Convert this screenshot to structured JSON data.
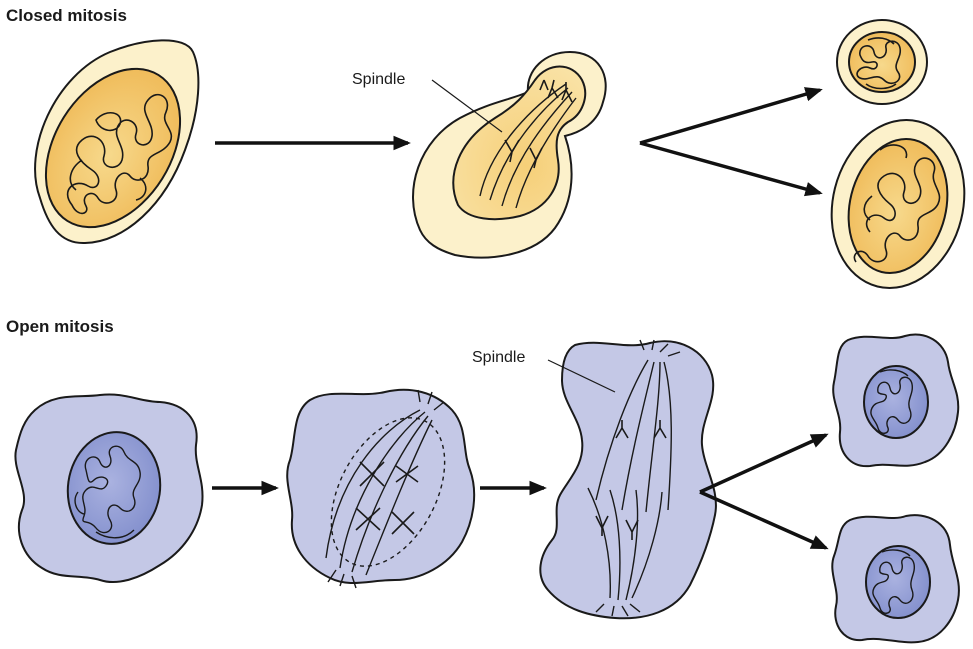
{
  "closed_mitosis": {
    "title": "Closed mitosis",
    "spindle_label": "Spindle"
  },
  "open_mitosis": {
    "title": "Open mitosis",
    "spindle_label": "Spindle"
  },
  "colors": {
    "cell_cream": "#fbefc6",
    "nucleus_orange": "#f1c56e",
    "cell_lavender": "#c4c8e6",
    "nucleus_blue": "#8a96cf"
  }
}
